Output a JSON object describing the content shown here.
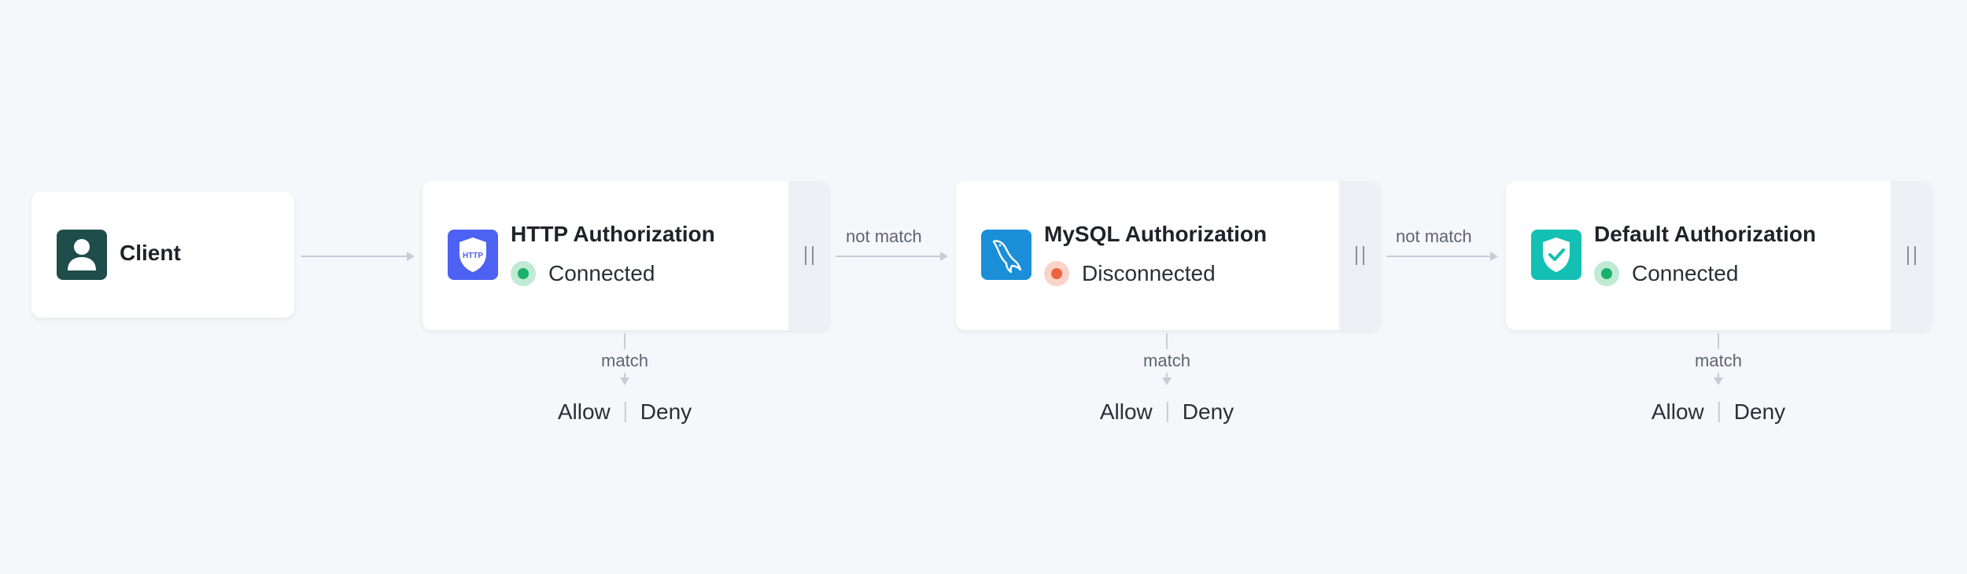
{
  "client": {
    "label": "Client",
    "icon": "user-icon",
    "icon_color": "#1f4d4b"
  },
  "authorizers": [
    {
      "title": "HTTP Authorization",
      "status": "Connected",
      "status_color": "#19b06b",
      "icon": "http-shield-icon",
      "icon_text": "HTTP",
      "icon_color": "#4d62f2",
      "match_label": "match",
      "allow_label": "Allow",
      "deny_label": "Deny"
    },
    {
      "title": "MySQL Authorization",
      "status": "Disconnected",
      "status_color": "#f0623f",
      "icon": "mysql-dolphin-icon",
      "icon_color": "#1a8fd8",
      "match_label": "match",
      "allow_label": "Allow",
      "deny_label": "Deny"
    },
    {
      "title": "Default Authorization",
      "status": "Connected",
      "status_color": "#19b06b",
      "icon": "shield-check-icon",
      "icon_color": "#14bfb3",
      "match_label": "match",
      "allow_label": "Allow",
      "deny_label": "Deny"
    }
  ],
  "edges": {
    "not_match_1": "not match",
    "not_match_2": "not match"
  }
}
